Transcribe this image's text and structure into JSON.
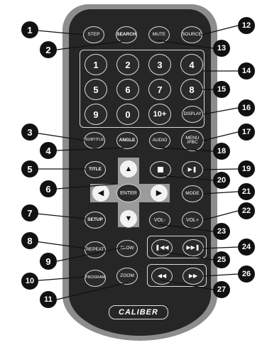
{
  "remote": {
    "buttons": {
      "step": "STEP",
      "search": "SEARCH",
      "mute": "MUTE",
      "source": "SOURCE",
      "n1": "1",
      "n2": "2",
      "n3": "3",
      "n4": "4",
      "n5": "5",
      "n6": "6",
      "n7": "7",
      "n8": "8",
      "n9": "9",
      "n0": "0",
      "n10plus": "10+",
      "display": "DISPLAY",
      "subtitle": "SUBTITLE",
      "angle": "ANGLE",
      "audio": "AUDIO",
      "menu": "MENU /PBC",
      "title": "TITLE",
      "enter": "ENTER",
      "mode": "MODE",
      "setup": "SETUP",
      "volminus": "VOL-",
      "volplus": "VOL+",
      "repeat": "REPEAT",
      "slow": "SLOW",
      "program": "PROGRAM",
      "zoom": "ZOOM"
    },
    "logo": "CALIBER"
  },
  "callouts": [
    "1",
    "2",
    "3",
    "4",
    "5",
    "6",
    "7",
    "8",
    "9",
    "10",
    "11",
    "12",
    "13",
    "14",
    "15",
    "16",
    "17",
    "18",
    "19",
    "20",
    "21",
    "22",
    "23",
    "24",
    "25",
    "26",
    "27"
  ],
  "icons": [
    "up-arrow-icon",
    "down-arrow-icon",
    "left-arrow-icon",
    "right-arrow-icon",
    "stop-icon",
    "play-pause-icon",
    "prev-track-icon",
    "next-track-icon",
    "rewind-icon",
    "fast-forward-icon"
  ]
}
